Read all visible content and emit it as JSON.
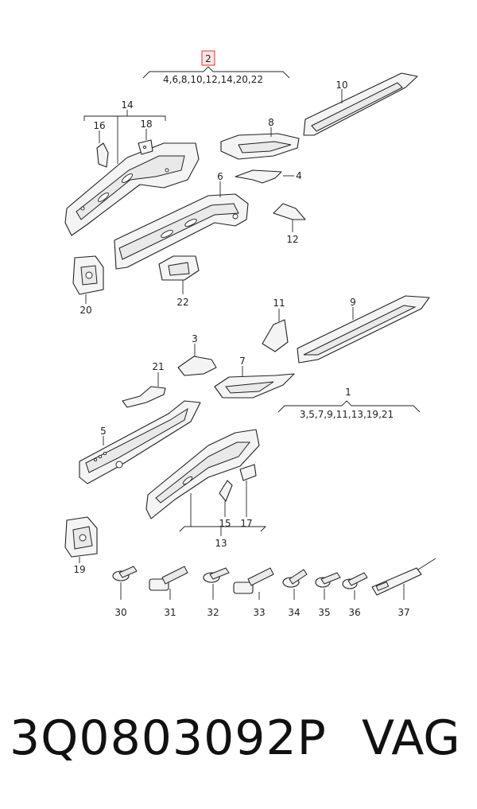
{
  "diagram": {
    "highlighted_callout": "2",
    "groups": [
      {
        "callout": "2",
        "members": "4,6,8,10,12,14,20,22"
      },
      {
        "callout": "14",
        "members_top": [
          "16",
          "18"
        ]
      },
      {
        "callout": "1",
        "members": "3,5,7,9,11,13,19,21"
      },
      {
        "callout": "13",
        "members_top": [
          "15",
          "17"
        ]
      }
    ],
    "part_labels": [
      "10",
      "8",
      "4",
      "6",
      "12",
      "16",
      "18",
      "20",
      "22",
      "11",
      "9",
      "3",
      "21",
      "7",
      "5",
      "19",
      "30",
      "31",
      "32",
      "33",
      "34",
      "35",
      "36",
      "37"
    ]
  },
  "footer": {
    "part_number": "3Q0803092P",
    "brand": "VAG"
  }
}
